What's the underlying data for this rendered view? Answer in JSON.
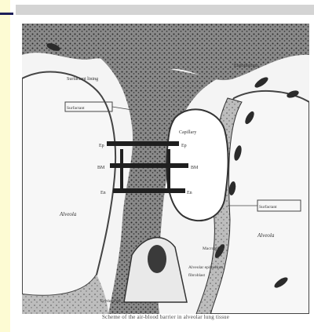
{
  "labels": {
    "alveolus_left": "Alveola",
    "alveolus_right": "Alveola",
    "capillary": "Capillary",
    "erythrocyte": "Erythrocyte",
    "endothelium": "Endothelium",
    "macrophage": "Macrophage",
    "type2_cell": "Alveolar epithelium",
    "surfactant_left": "Surfactant lining",
    "fibroblast": "fibroblast",
    "pointer_box_left": "Surfactant",
    "pointer_box_right": "Surfactant",
    "layer_top_left": "Ep",
    "layer_top_right": "Ep",
    "layer_mid_left": "BM",
    "layer_mid_right": "BM",
    "layer_low_left": "En",
    "layer_low_right": "En"
  },
  "caption": "Scheme of the air-blood barrier in alveolar lung tissue"
}
